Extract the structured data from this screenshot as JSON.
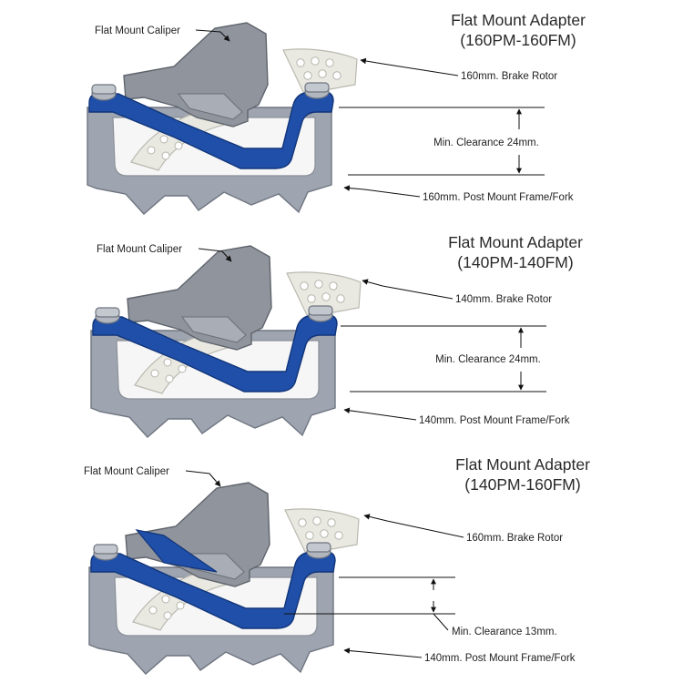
{
  "panels": [
    {
      "title_line1": "Flat Mount Adapter",
      "title_line2": "(160PM-160FM)",
      "caliper_label": "Flat Mount Caliper",
      "rotor_label": "160mm. Brake Rotor",
      "clearance_label": "Min. Clearance 24mm.",
      "frame_label": "160mm. Post Mount Frame/Fork"
    },
    {
      "title_line1": "Flat Mount Adapter",
      "title_line2": "(140PM-140FM)",
      "caliper_label": "Flat Mount Caliper",
      "rotor_label": "140mm. Brake Rotor",
      "clearance_label": "Min. Clearance 24mm.",
      "frame_label": "140mm. Post Mount Frame/Fork"
    },
    {
      "title_line1": "Flat Mount Adapter",
      "title_line2": "(140PM-160FM)",
      "caliper_label": "Flat Mount Caliper",
      "rotor_label": "160mm. Brake Rotor",
      "clearance_label": "Min. Clearance 13mm.",
      "frame_label": "140mm. Post Mount Frame/Fork"
    }
  ],
  "colors": {
    "adapter": "#1f4fa8",
    "adapter_dark": "#163a80",
    "frame": "#9fa5b0",
    "caliper": "#8f949d",
    "rotor": "#e9e9e1",
    "line": "#111111"
  }
}
